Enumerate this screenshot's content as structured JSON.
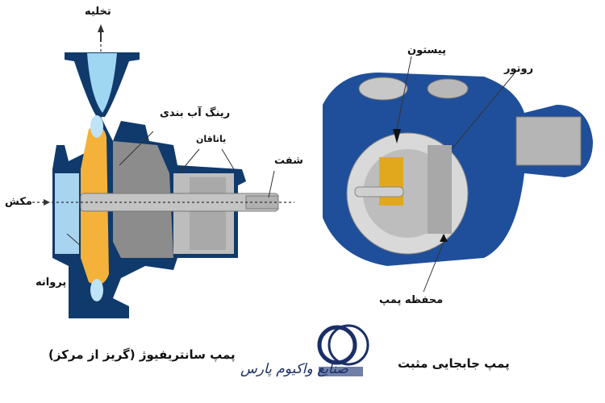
{
  "centrifugal_pump": {
    "caption": "پمپ سانتریفیوژ (گریز از مرکز)",
    "labels": {
      "discharge": "تخلیه",
      "seal_ring": "رینگ آب بندی",
      "bearing": "یاتاقان",
      "shaft": "شفت",
      "suction": "مکش",
      "impeller": "پروانه"
    }
  },
  "positive_displacement_pump": {
    "caption": "پمپ جابجایی مثبت",
    "labels": {
      "piston": "پیستون",
      "rotor": "روتور",
      "pump_casing": "محفظه پمپ"
    }
  },
  "logo": {
    "text": "صنایع واکیوم پارس"
  },
  "colors": {
    "casing": "#0f3a6b",
    "fluid": "#9fd6f2",
    "impeller": "#f4b23a",
    "metal": "#9a9a9a",
    "pd_blue": "#1f4f9a"
  }
}
